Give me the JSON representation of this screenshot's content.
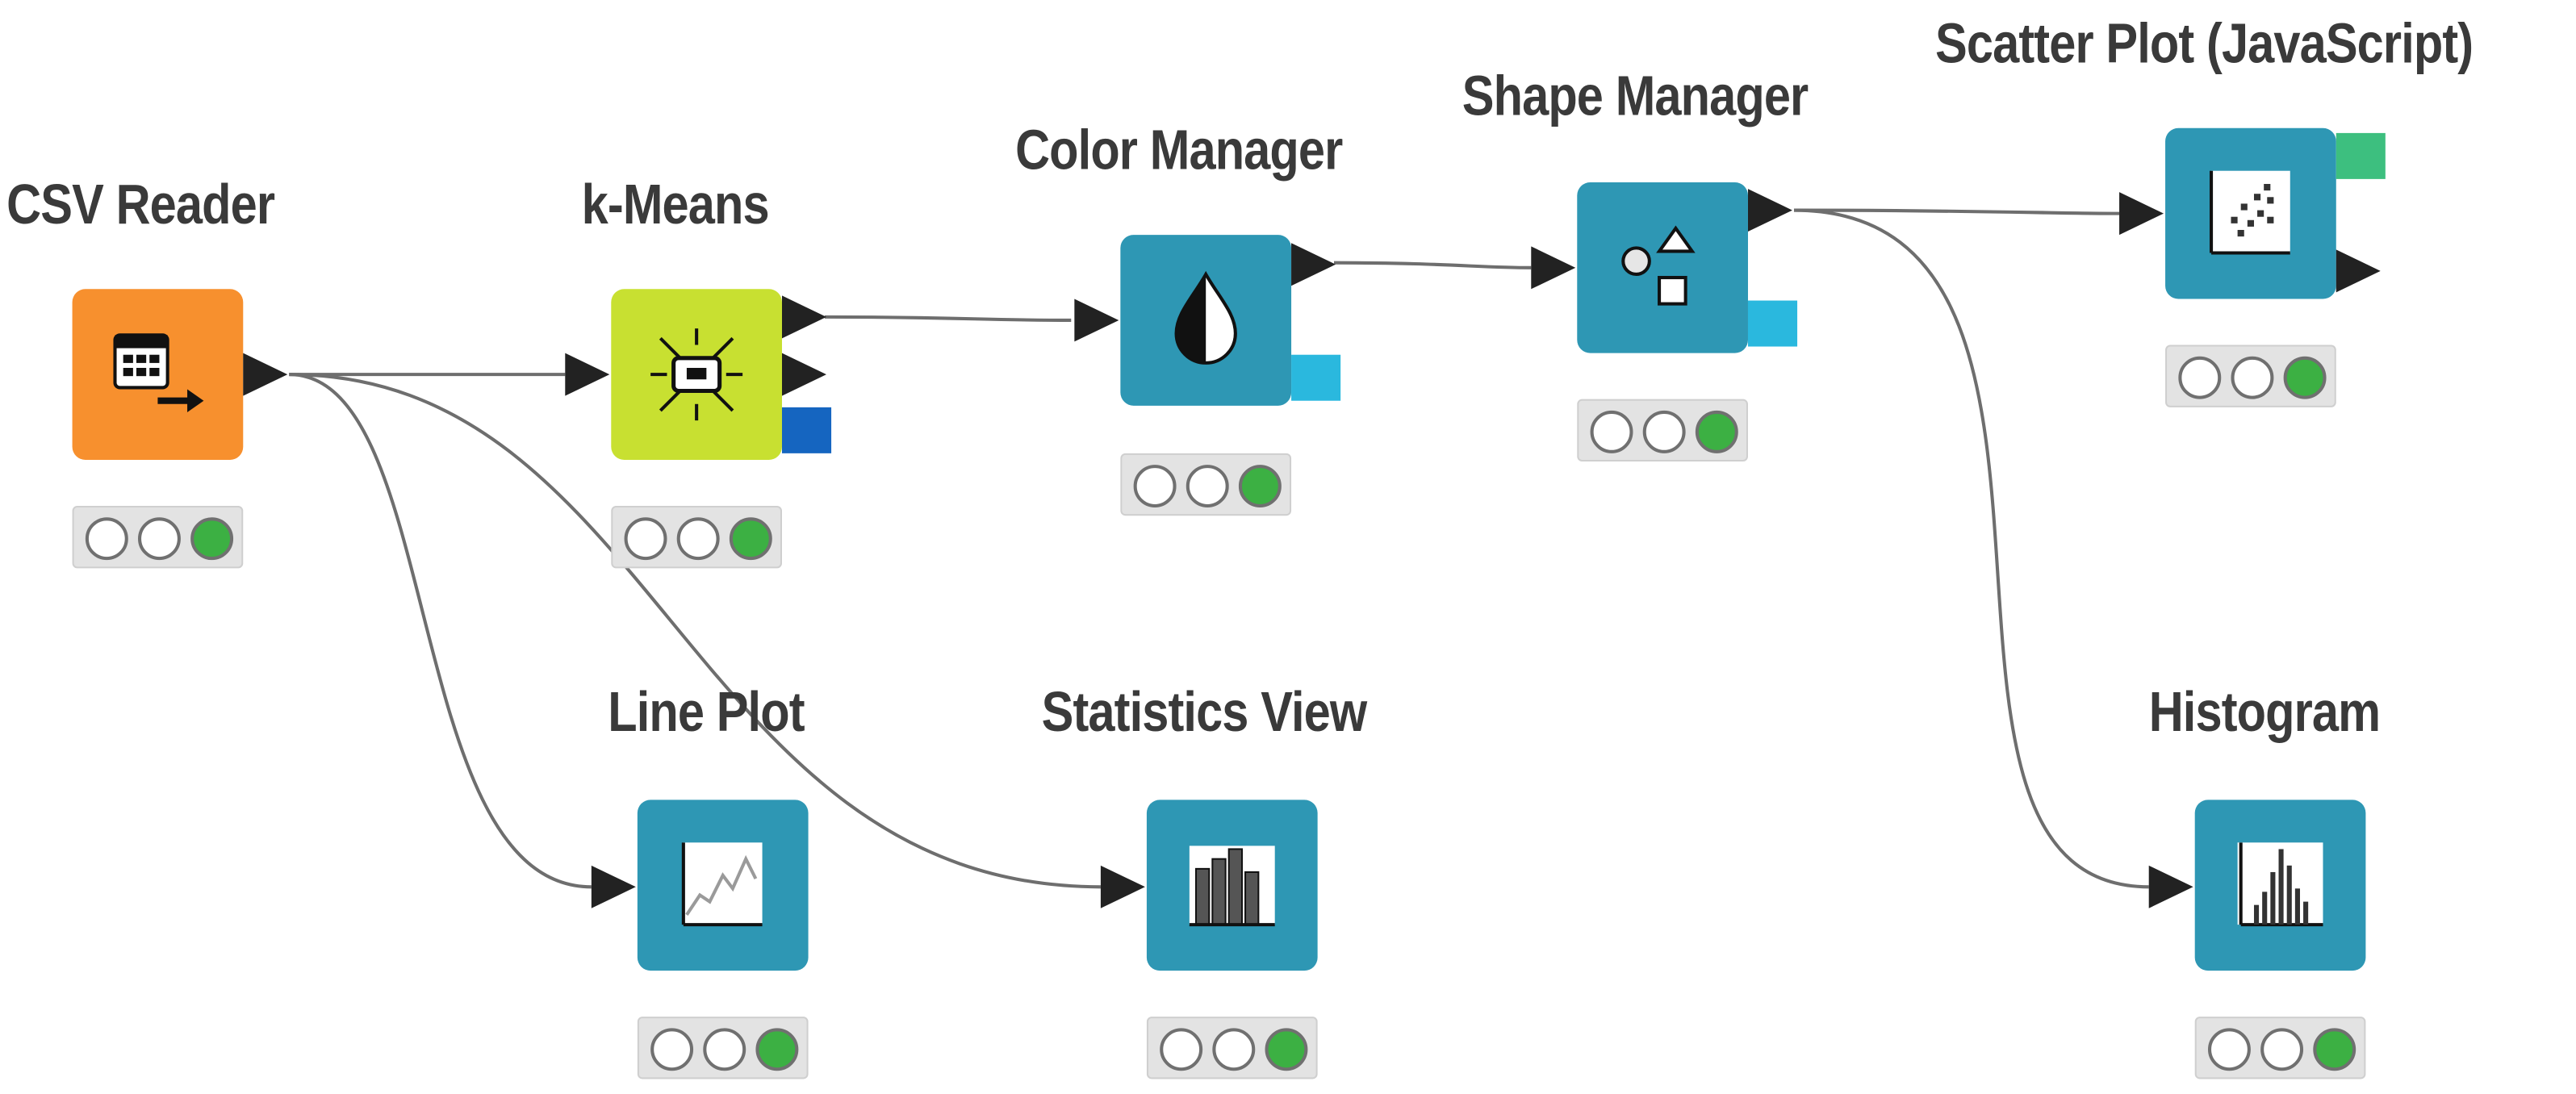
{
  "nodes": {
    "csv_reader": {
      "label": "CSV Reader",
      "color": "#f7902e",
      "icon": "table-arrow-icon",
      "status": [
        "idle",
        "idle",
        "executed"
      ]
    },
    "k_means": {
      "label": "k-Means",
      "color": "#c8e031",
      "icon": "cluster-icon",
      "model_port_color": "#1565c0",
      "status": [
        "idle",
        "idle",
        "executed"
      ]
    },
    "color_manager": {
      "label": "Color Manager",
      "color": "#2e97b4",
      "icon": "color-drop-icon",
      "model_port_color": "#2ab8de",
      "status": [
        "idle",
        "idle",
        "executed"
      ]
    },
    "shape_manager": {
      "label": "Shape Manager",
      "color": "#2e97b4",
      "icon": "shapes-icon",
      "model_port_color": "#2ab8de",
      "status": [
        "idle",
        "idle",
        "executed"
      ]
    },
    "scatter_plot": {
      "label": "Scatter Plot (JavaScript)",
      "color": "#2e97b4",
      "icon": "scatter-icon",
      "view_port_color": "#3dbf7f",
      "status": [
        "idle",
        "idle",
        "executed"
      ]
    },
    "line_plot": {
      "label": "Line Plot",
      "color": "#2e97b4",
      "icon": "line-chart-icon",
      "status": [
        "idle",
        "idle",
        "executed"
      ]
    },
    "statistics_view": {
      "label": "Statistics View",
      "color": "#2e97b4",
      "icon": "bar-chart-icon",
      "status": [
        "idle",
        "idle",
        "executed"
      ]
    },
    "histogram": {
      "label": "Histogram",
      "color": "#2e97b4",
      "icon": "histogram-icon",
      "status": [
        "idle",
        "idle",
        "executed"
      ]
    }
  },
  "connections": [
    {
      "from": "csv_reader",
      "to": "k_means"
    },
    {
      "from": "csv_reader",
      "to": "line_plot"
    },
    {
      "from": "csv_reader",
      "to": "statistics_view"
    },
    {
      "from": "k_means",
      "to": "color_manager"
    },
    {
      "from": "color_manager",
      "to": "shape_manager"
    },
    {
      "from": "shape_manager",
      "to": "scatter_plot"
    },
    {
      "from": "shape_manager",
      "to": "histogram"
    }
  ],
  "colors": {
    "executed_light": "#3cb043",
    "idle_light": "#ffffff",
    "port": "#222222",
    "wire": "#6e6e6e",
    "status_bg": "#e3e3e3"
  }
}
